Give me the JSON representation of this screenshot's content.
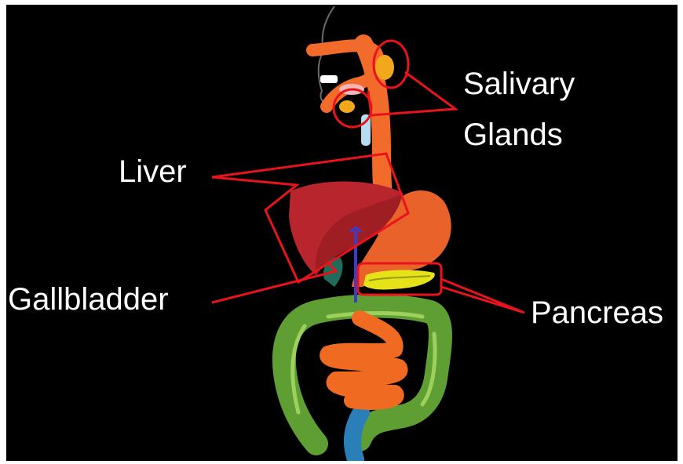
{
  "labels": {
    "salivary_line1": "Salivary",
    "salivary_line2": "Glands",
    "liver": "Liver",
    "gallbladder": "Gallbladder",
    "pancreas": "Pancreas"
  },
  "colors": {
    "background": "#000000",
    "callout": "#e8131b",
    "label_text": "#ffffff",
    "esophagus_stomach": "#f26b2a",
    "liver": "#c0282d",
    "gallbladder": "#1f6b5c",
    "pancreas": "#e6e21a",
    "small_intestine": "#f06a22",
    "large_intestine": "#6aa53a",
    "rectum": "#2a7fb8",
    "salivary_gland": "#f2a81d",
    "vessel": "#3b3bd0"
  }
}
